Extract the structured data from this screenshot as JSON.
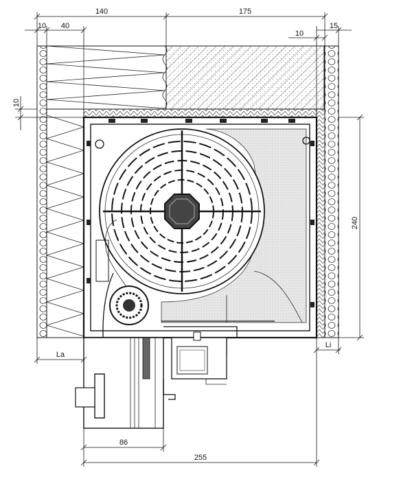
{
  "dimensions": {
    "top_140": "140",
    "top_175": "175",
    "top_10_left": "10",
    "top_40": "40",
    "top_10_right": "10",
    "top_15": "15",
    "left_10": "10",
    "right_240": "240",
    "la": "La",
    "li": "Li",
    "bottom_86": "86",
    "bottom_255": "255"
  }
}
